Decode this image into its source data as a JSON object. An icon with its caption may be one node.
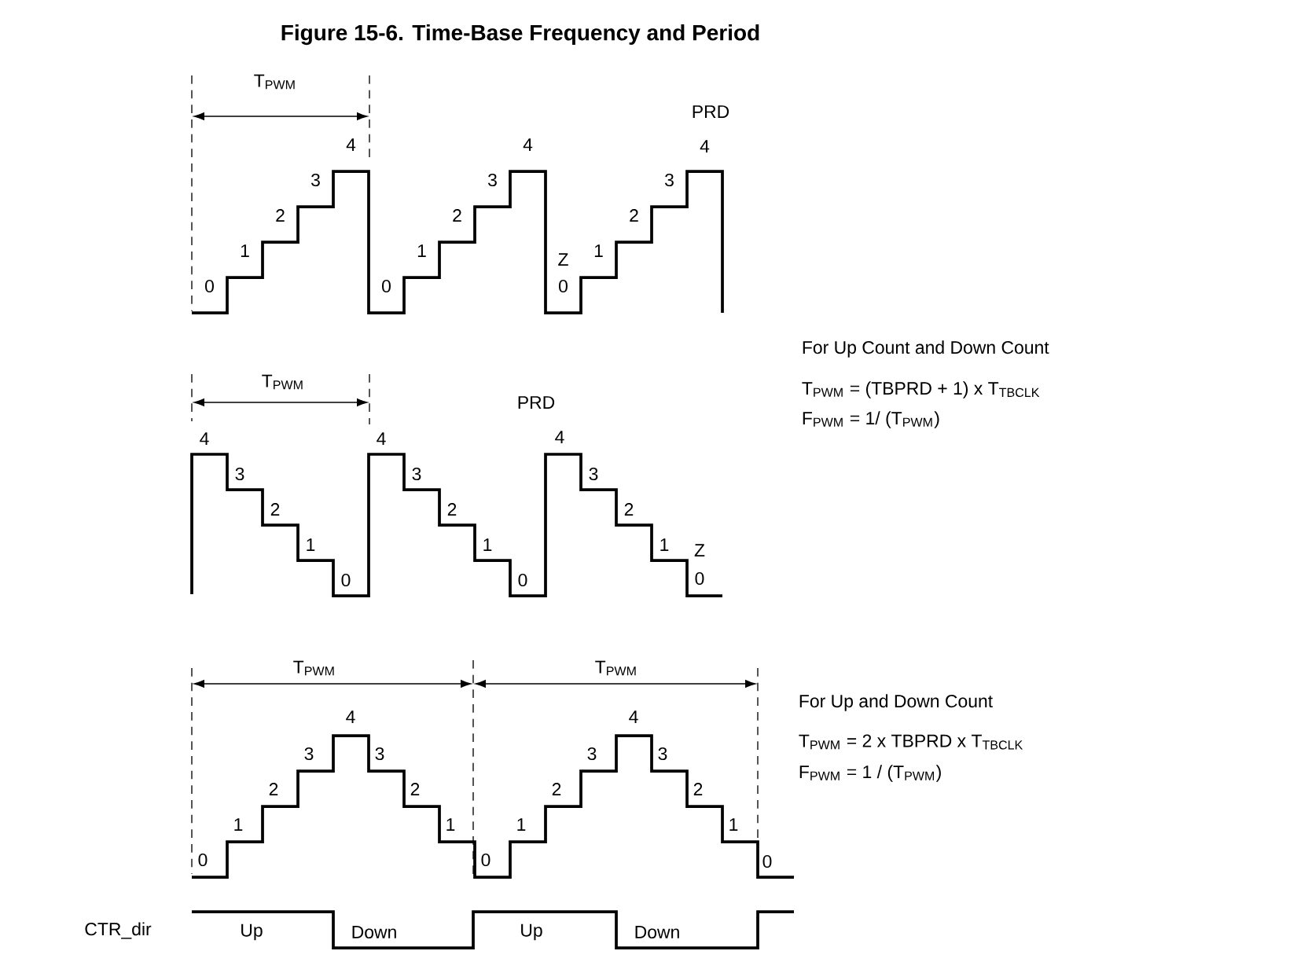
{
  "diagram": {
    "title": "Figure 15-6. Time-Base Frequency and Period",
    "labels": [
      "T$_{PWM}$",
      "0",
      "1",
      "2",
      "3",
      "4",
      "0",
      "1",
      "2",
      "3",
      "4",
      "Z",
      "0",
      "1",
      "2",
      "3",
      "PRD",
      "4",
      "T$_{PWM}$",
      "4",
      "3",
      "2",
      "1",
      "0",
      "4",
      "3",
      "2",
      "1",
      "0",
      "PRD",
      "4",
      "3",
      "2",
      "1",
      "Z",
      "0",
      "T$_{PWM}$",
      "T$_{PWM}$",
      "0",
      "1",
      "2",
      "3",
      "4",
      "3",
      "2",
      "1",
      "0",
      "1",
      "2",
      "3",
      "4",
      "3",
      "2",
      "1",
      "0",
      "CTR_dir",
      "Up",
      "Down",
      "Up",
      "Down",
      "For Up Count and Down Count",
      "T$_{PWM}$ = (TBPRD + 1) x T$_{TBCLK}$",
      "F$_{PWM}$ = 1/ (T$_{PWM}$)",
      "For Up and Down Count",
      "T$_{PWM}$ = 2 x TBPRD x T$_{TBCLK}$",
      "F$_{PWM}$ = 1 / (T$_{PWM}$)"
    ]
  }
}
